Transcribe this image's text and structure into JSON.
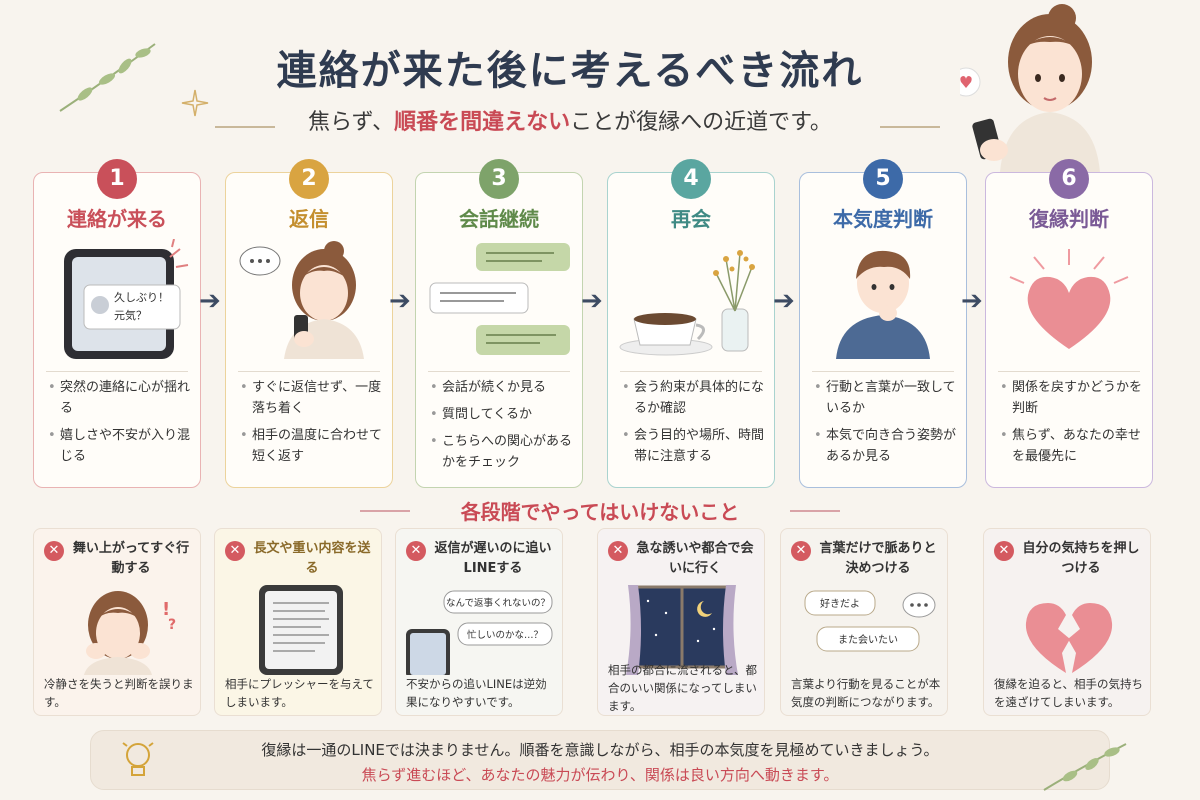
{
  "title": "連絡が来た後に考えるべき流れ",
  "subtitle": {
    "before": "焦らず、",
    "highlight": "順番を間違えない",
    "after": "ことが復縁への近道です。"
  },
  "colors": {
    "red": "#c9505a",
    "yellow": "#d9a441",
    "green": "#7ea36a",
    "teal": "#5aa6a0",
    "blue": "#3d6aa8",
    "purple": "#8a6aa6"
  },
  "steps": [
    {
      "num": "1",
      "title": "連絡が来る",
      "icon": "phone-message-icon",
      "bubble1": "久しぶり！",
      "bubble2": "元気？",
      "bullets": [
        "突然の連絡に心が揺れる",
        "嬉しさや不安が入り混じる"
      ]
    },
    {
      "num": "2",
      "title": "返信",
      "icon": "woman-phone-icon",
      "bullets": [
        "すぐに返信せず、一度落ち着く",
        "相手の温度に合わせて短く返す"
      ]
    },
    {
      "num": "3",
      "title": "会話継続",
      "icon": "chat-bubbles-icon",
      "bullets": [
        "会話が続くか見る",
        "質問してくるか",
        "こちらへの関心があるかをチェック"
      ]
    },
    {
      "num": "4",
      "title": "再会",
      "icon": "coffee-flowers-icon",
      "bullets": [
        "会う約束が具体的になるか確認",
        "会う目的や場所、時間帯に注意する"
      ]
    },
    {
      "num": "5",
      "title": "本気度判断",
      "icon": "man-thinking-icon",
      "bullets": [
        "行動と言葉が一致しているか",
        "本気で向き合う姿勢があるか見る"
      ]
    },
    {
      "num": "6",
      "title": "復縁判断",
      "icon": "heart-icon",
      "bullets": [
        "関係を戻すかどうかを判断",
        "焦らず、あなたの幸せを最優先に"
      ]
    }
  ],
  "donts_title": "各段階でやってはいけないこと",
  "donts": [
    {
      "title": "舞い上がってすぐ行動する",
      "desc": "冷静さを失うと判断を誤ります。",
      "icon": "worried-woman-icon"
    },
    {
      "title": "長文や重い内容を送る",
      "desc": "相手にプレッシャーを与えてしまいます。",
      "icon": "long-text-phone-icon"
    },
    {
      "title": "返信が遅いのに追いLINEする",
      "desc": "不安からの追いLINEは逆効果になりやすいです。",
      "bubble1": "なんで返事くれないの？",
      "bubble2": "忙しいのかな…？",
      "icon": "phone-chat-icon"
    },
    {
      "title": "急な誘いや都合で会いに行く",
      "desc": "相手の都合に流されると、都合のいい関係になってしまいます。",
      "icon": "night-window-icon"
    },
    {
      "title": "言葉だけで脈ありと決めつける",
      "desc": "言葉より行動を見ることが本気度の判断につながります。",
      "bubble1": "好きだよ",
      "bubble2": "また会いたい",
      "icon": "speech-bubbles-icon"
    },
    {
      "title": "自分の気持ちを押しつける",
      "desc": "復縁を迫ると、相手の気持ちを遠ざけてしまいます。",
      "icon": "broken-heart-icon"
    }
  ],
  "bottom": {
    "line1": "復縁は一通のLINEでは決まりません。順番を意識しながら、相手の本気度を見極めていきましょう。",
    "line2": "焦らず進むほど、あなたの魅力が伝わり、関係は良い方向へ動きます。",
    "icon": "lightbulb-icon"
  }
}
